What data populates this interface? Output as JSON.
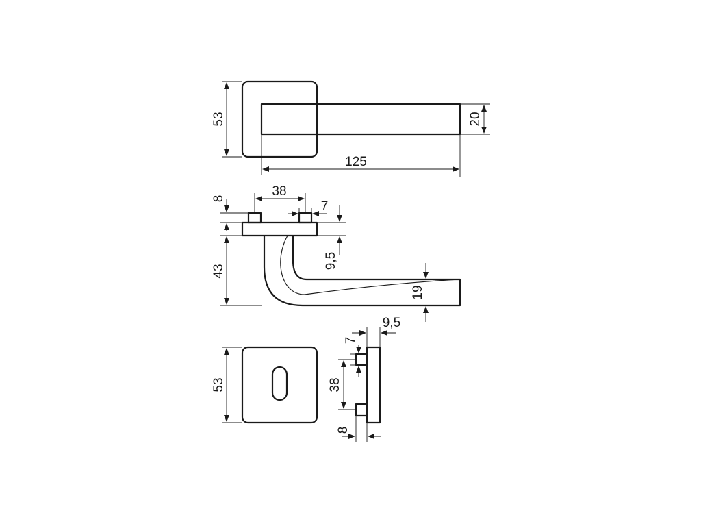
{
  "dimensions": {
    "top_rose_height": "53",
    "lever_thickness": "20",
    "lever_length": "125",
    "pin_spacing": "38",
    "pin_width": "7",
    "pin_height": "8",
    "base_thickness": "9,5",
    "lever_projection": "43",
    "lever_end_thickness": "19",
    "escutcheon_height": "53",
    "side_pin_width": "7",
    "side_plate_thickness": "9,5",
    "side_pin_spacing": "38",
    "side_pin_depth": "8"
  },
  "colors": {
    "line": "#1a1a1a",
    "background": "#ffffff"
  }
}
